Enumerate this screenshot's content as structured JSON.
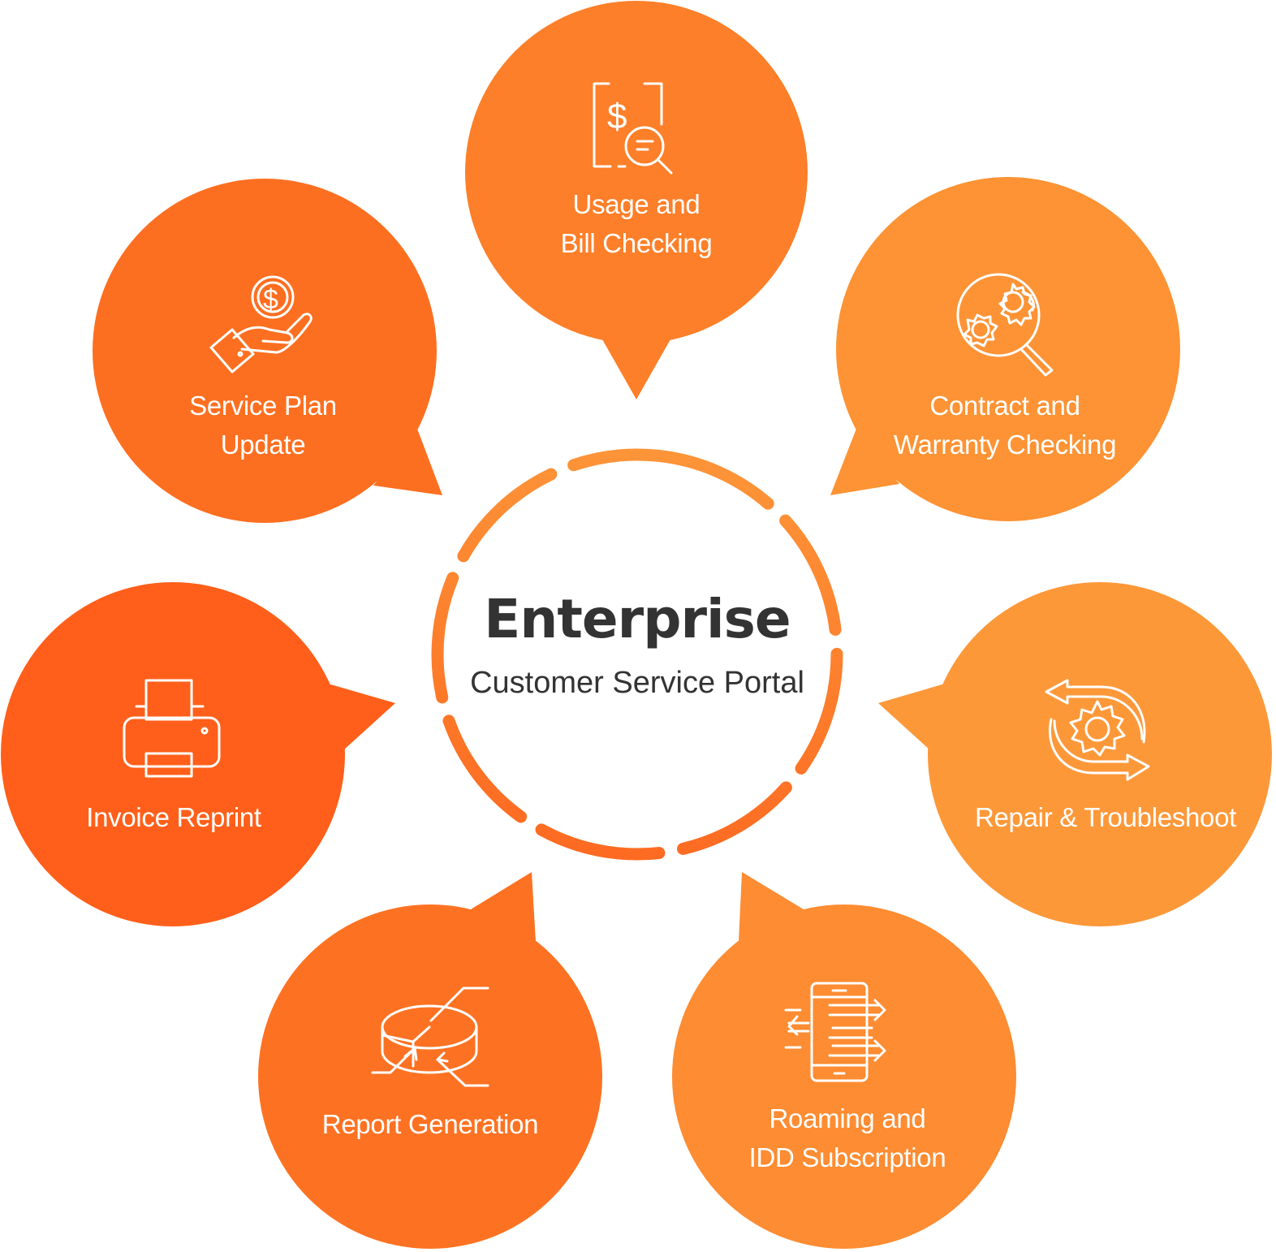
{
  "center": {
    "title": "Enterprise",
    "subtitle": "Customer Service Portal"
  },
  "colors": {
    "orange_dark": "#ff5f1a",
    "orange_mid": "#fd7322",
    "orange_light": "#fd9738",
    "ring_start": "#fd6b22",
    "ring_end": "#fd9438",
    "text_dark": "#333333",
    "text_light": "#ffffff"
  },
  "bubbles": [
    {
      "id": "usage",
      "icon": "bill-search-icon",
      "lines": [
        "Usage and",
        "Bill Checking"
      ]
    },
    {
      "id": "contract",
      "icon": "gears-magnifier-icon",
      "lines": [
        "Contract and",
        "Warranty Checking"
      ]
    },
    {
      "id": "repair",
      "icon": "gear-cycle-arrows-icon",
      "lines": [
        "Repair & Troubleshoot"
      ]
    },
    {
      "id": "roaming",
      "icon": "phone-data-transfer-icon",
      "lines": [
        "Roaming and",
        "IDD Subscription"
      ]
    },
    {
      "id": "report",
      "icon": "pie-chart-report-icon",
      "lines": [
        "Report Generation"
      ]
    },
    {
      "id": "invoice",
      "icon": "printer-icon",
      "lines": [
        "Invoice Reprint"
      ]
    },
    {
      "id": "plan",
      "icon": "hand-coin-icon",
      "lines": [
        "Service Plan",
        "Update"
      ]
    }
  ]
}
